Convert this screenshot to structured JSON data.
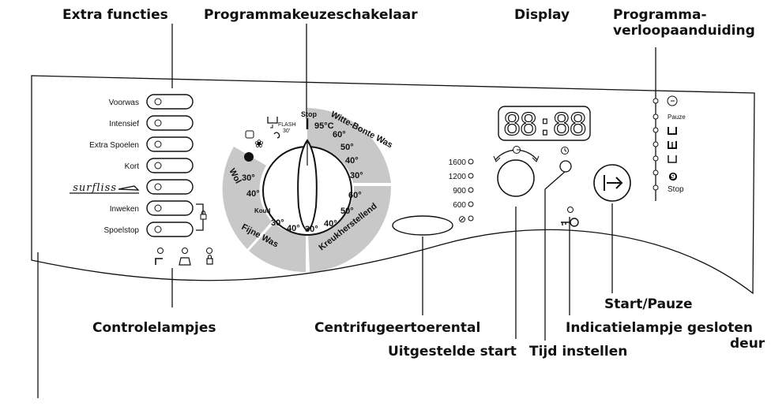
{
  "callouts": {
    "extra_functies": "Extra functies",
    "programmakeuze": "Programmakeuzeschakelaar",
    "display": "Display",
    "programma_verloop_1": "Programma-",
    "programma_verloop_2": "verloopaanduiding",
    "controlelampjes": "Controlelampjes",
    "centrifuge": "Centrifugeertoerental",
    "uitgestelde_start": "Uitgestelde start",
    "tijd_instellen": "Tijd instellen",
    "start_pauze": "Start/Pauze",
    "deur_1": "Indicatielampje gesloten",
    "deur_2": "deur"
  },
  "buttons": [
    "Voorwas",
    "Intensief",
    "Extra Spoelen",
    "Kort",
    "surfliss",
    "Inweken",
    "Spoelstop"
  ],
  "dial": {
    "stop": "Stop",
    "flash": "FLASH",
    "flash_min": "30'",
    "witte_bonte": "Witte-Bonte Was",
    "kreuk": "Kreukherstellend",
    "fijne": "Fijne Was",
    "wol": "Wol",
    "koud": "Koud",
    "temp_95": "95°C",
    "temp_60a": "60°",
    "temp_50a": "50°",
    "temp_40a": "40°",
    "temp_30a": "30°",
    "temp_60b": "60°",
    "temp_50b": "50°",
    "temp_40b": "40°",
    "temp_30b": "30°",
    "temp_40c": "40°",
    "temp_30c": "30°",
    "temp_40d": "40°",
    "temp_30d": "30°"
  },
  "display_digits": "88:88",
  "spin_speeds": [
    "1600",
    "1200",
    "900",
    "600"
  ],
  "progress": {
    "pauze": "Pauze",
    "stop": "Stop"
  }
}
